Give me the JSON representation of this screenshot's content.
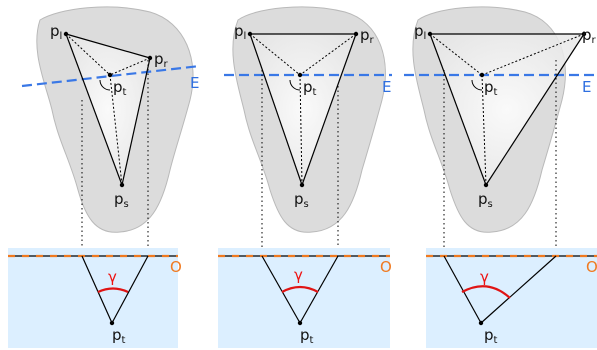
{
  "labels": {
    "p": "p",
    "sub_l": "l",
    "sub_r": "r",
    "sub_t": "t",
    "sub_s": "s",
    "plane_e": "E",
    "plane_o": "O",
    "angle": "γ"
  },
  "colors": {
    "rock_fill": "#dcdcdc",
    "rock_stroke": "#b9b9b9",
    "sea": "#dcefff",
    "plane_e": "#3a78e6",
    "plane_o": "#f07a20",
    "angle_arc": "#e01414",
    "line": "#000000"
  }
}
